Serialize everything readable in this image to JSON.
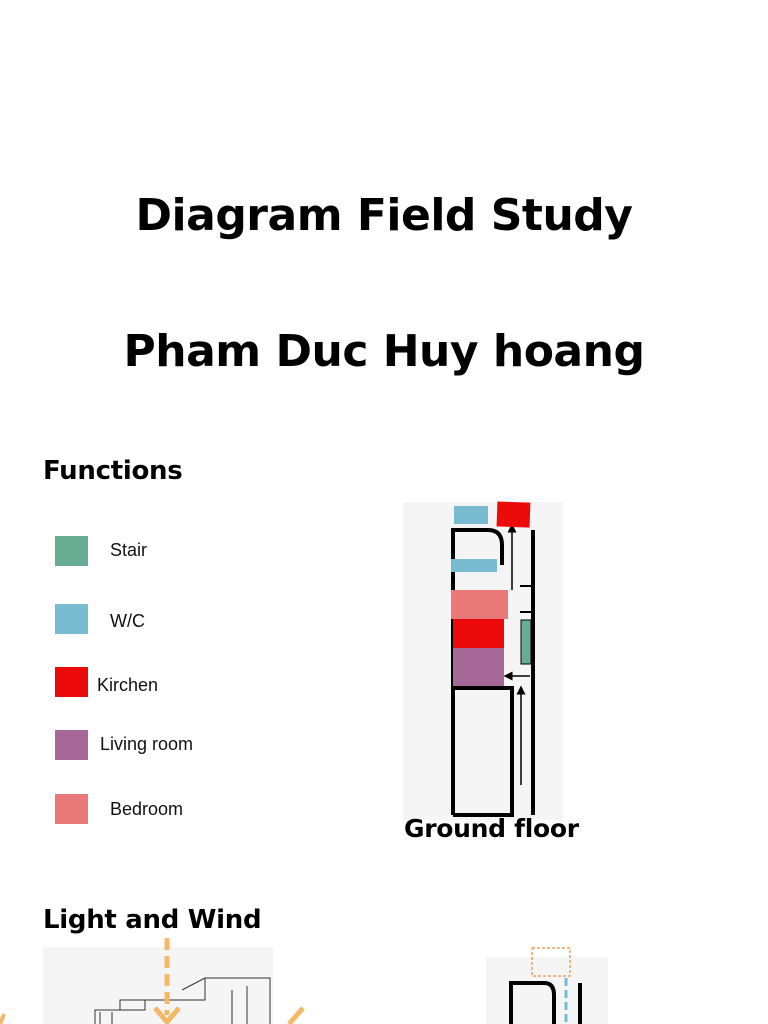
{
  "title": "Diagram Field Study",
  "author": "Pham Duc Huy hoang",
  "functions": {
    "heading": "Functions",
    "legend": [
      {
        "label": "Stair",
        "color": "#6aab93"
      },
      {
        "label": "W/C",
        "color": "#79bbd0"
      },
      {
        "label": "Kirchen",
        "color": "#ec0a0a"
      },
      {
        "label": "Living room",
        "color": "#a66896"
      },
      {
        "label": "Bedroom",
        "color": "#e97878"
      }
    ]
  },
  "ground_floor": {
    "caption": "Ground floor"
  },
  "light_wind": {
    "heading": "Light and Wind",
    "light_color": "#f5b866",
    "wind_color": "#79bbd0"
  }
}
